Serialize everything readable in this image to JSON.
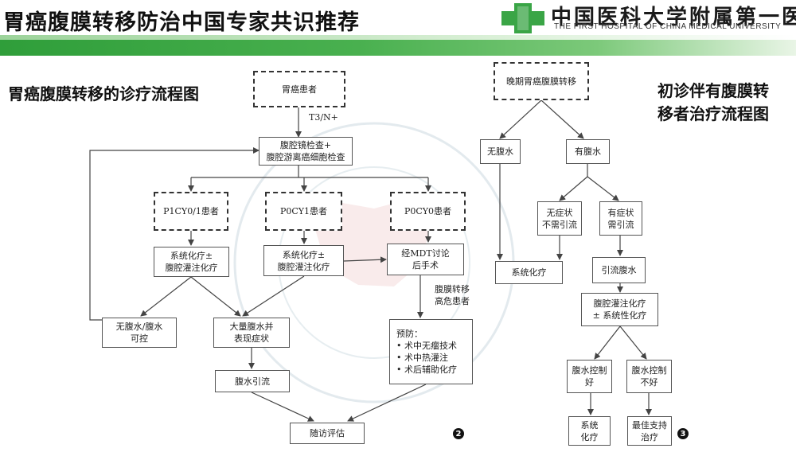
{
  "header": {
    "title": "胃癌腹膜转移防治中国专家共识推荐",
    "logo_cn": "中国医科大学附属第一医院",
    "logo_en": "THE FIRST HOSPITAL OF CHINA MEDICAL UNIVERSITY"
  },
  "left_chart": {
    "title": "胃癌腹膜转移的诊疗流程图",
    "edge_label": "T3/N+",
    "side_label": "腹膜转移\n高危患者",
    "badge": "2",
    "nodes": {
      "n1": "胃癌患者",
      "n2": "腹腔镜检查+\n腹腔游离癌细胞检查",
      "n3": "P1CY0/1患者",
      "n4": "P0CY1患者",
      "n5": "P0CY0患者",
      "n6": "系统化疗±\n腹腔灌注化疗",
      "n7": "系统化疗±\n腹腔灌注化疗",
      "n8": "经MDT讨论\n后手术",
      "n9": "无腹水/腹水\n可控",
      "n10": "大量腹水并\n表现症状",
      "n11": "预防：\n• 术中无瘤技术\n• 术中热灌注\n• 术后辅助化疗",
      "n12": "腹水引流",
      "n13": "随访评估"
    }
  },
  "right_chart": {
    "title": "初诊伴有腹膜转\n移者治疗流程图",
    "badge": "3",
    "nodes": {
      "r1": "晚期胃癌腹膜转移",
      "r2": "无腹水",
      "r3": "有腹水",
      "r4": "无症状\n不需引流",
      "r5": "有症状\n需引流",
      "r6": "系统化疗",
      "r7": "引流腹水",
      "r8": "腹腔灌注化疗\n± 系统性化疗",
      "r9": "腹水控制\n好",
      "r10": "腹水控制\n不好",
      "r11": "系统\n化疗",
      "r12": "最佳支持\n治疗"
    }
  },
  "colors": {
    "accent_green": "#2f9e3a",
    "line": "#444444"
  }
}
